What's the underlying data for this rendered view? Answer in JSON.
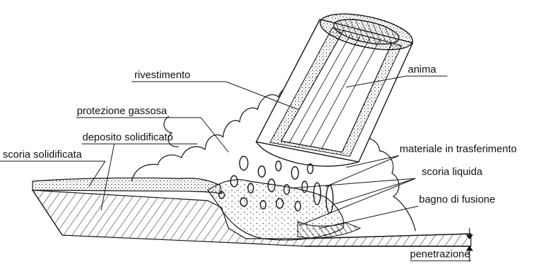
{
  "diagram": {
    "labels": {
      "anima": "anima",
      "rivestimento": "rivestimento",
      "protezione_gassosa": "protezione gassosa",
      "deposito_solidificato": "deposito solidificato",
      "scoria_solidificata": "scoria solidificata",
      "materiale_in_trasferimento": "materiale in trasferimento",
      "scoria_liquida": "scoria liquida",
      "bagno_di_fusione": "bagno di fusione",
      "penetrazione": "penetrazione"
    },
    "colors": {
      "ink": "#111111",
      "paper": "#ffffff"
    }
  }
}
